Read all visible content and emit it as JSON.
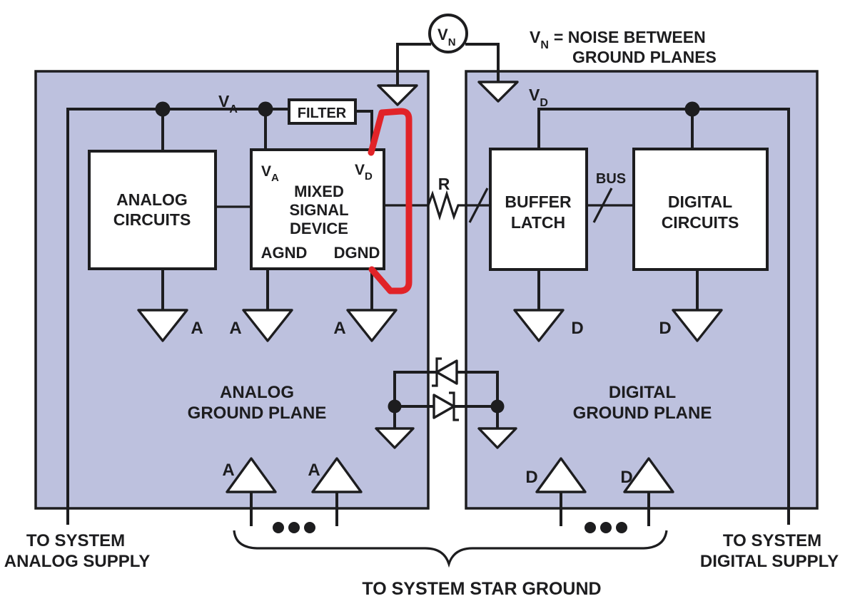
{
  "colors": {
    "plane": "#bdc1de",
    "wire": "#1d1d1f",
    "red": "#e12328",
    "box": "#ffffff"
  },
  "note": {
    "v": "V",
    "v_sub": "N",
    "rest": "= NOISE BETWEEN",
    "line2": "GROUND PLANES"
  },
  "noise_source": {
    "v": "V",
    "sub": "N"
  },
  "rails": {
    "va": {
      "v": "V",
      "sub": "A"
    },
    "vd": {
      "v": "V",
      "sub": "D"
    }
  },
  "filter": {
    "label": "FILTER"
  },
  "analog_circuits": {
    "line1": "ANALOG",
    "line2": "CIRCUITS"
  },
  "mixed_signal": {
    "va": {
      "v": "V",
      "sub": "A"
    },
    "vd": {
      "v": "V",
      "sub": "D"
    },
    "line1": "MIXED",
    "line2": "SIGNAL",
    "line3": "DEVICE",
    "agnd": "AGND",
    "dgnd": "DGND"
  },
  "buffer_latch": {
    "line1": "BUFFER",
    "line2": "LATCH"
  },
  "digital_circuits": {
    "line1": "DIGITAL",
    "line2": "CIRCUITS"
  },
  "interconnect": {
    "r": "R",
    "bus": "BUS"
  },
  "ground_labels": {
    "a": "A",
    "d": "D"
  },
  "planes": {
    "analog": {
      "line1": "ANALOG",
      "line2": "GROUND PLANE"
    },
    "digital": {
      "line1": "DIGITAL",
      "line2": "GROUND PLANE"
    }
  },
  "bottom": {
    "star": "TO SYSTEM STAR GROUND",
    "analog1": "TO SYSTEM",
    "analog2": "ANALOG SUPPLY",
    "digital1": "TO SYSTEM",
    "digital2": "DIGITAL SUPPLY"
  }
}
